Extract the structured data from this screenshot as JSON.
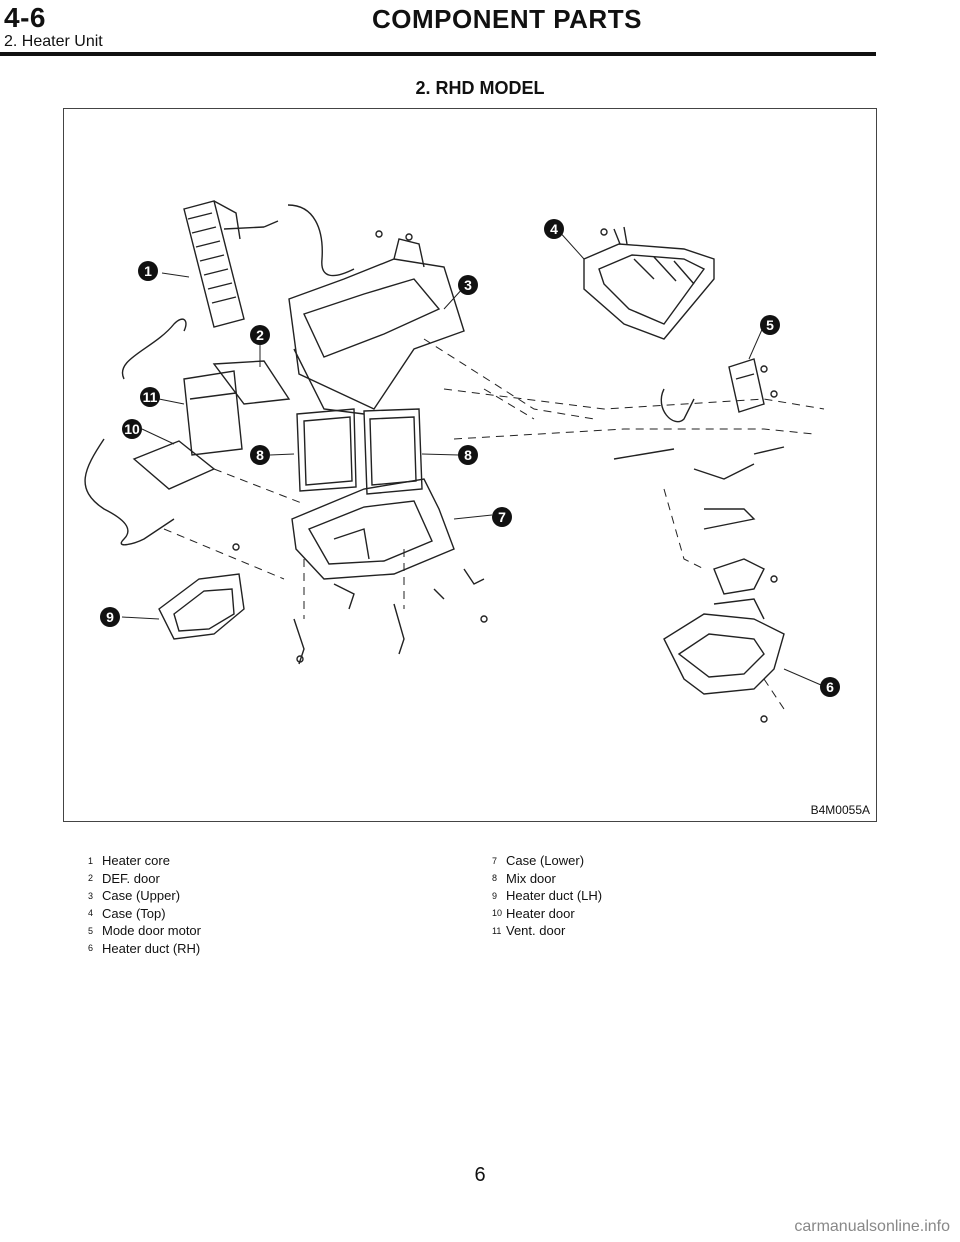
{
  "header": {
    "section": "4-6",
    "title": "COMPONENT PARTS",
    "subtitle": "2. Heater Unit"
  },
  "figure": {
    "title": "2. RHD MODEL",
    "code": "B4M0055A",
    "callouts": [
      "1",
      "2",
      "3",
      "4",
      "5",
      "6",
      "7",
      "8",
      "8",
      "9",
      "10",
      "11"
    ]
  },
  "legend": {
    "left": [
      {
        "num": "1",
        "label": "Heater core"
      },
      {
        "num": "2",
        "label": "DEF. door"
      },
      {
        "num": "3",
        "label": "Case (Upper)"
      },
      {
        "num": "4",
        "label": "Case (Top)"
      },
      {
        "num": "5",
        "label": "Mode door motor"
      },
      {
        "num": "6",
        "label": "Heater duct (RH)"
      }
    ],
    "right": [
      {
        "num": "7",
        "label": "Case (Lower)"
      },
      {
        "num": "8",
        "label": "Mix door"
      },
      {
        "num": "9",
        "label": "Heater duct (LH)"
      },
      {
        "num": "10",
        "label": "Heater door"
      },
      {
        "num": "11",
        "label": "Vent. door"
      }
    ]
  },
  "page_number": "6",
  "watermark": "carmanualsonline.info"
}
